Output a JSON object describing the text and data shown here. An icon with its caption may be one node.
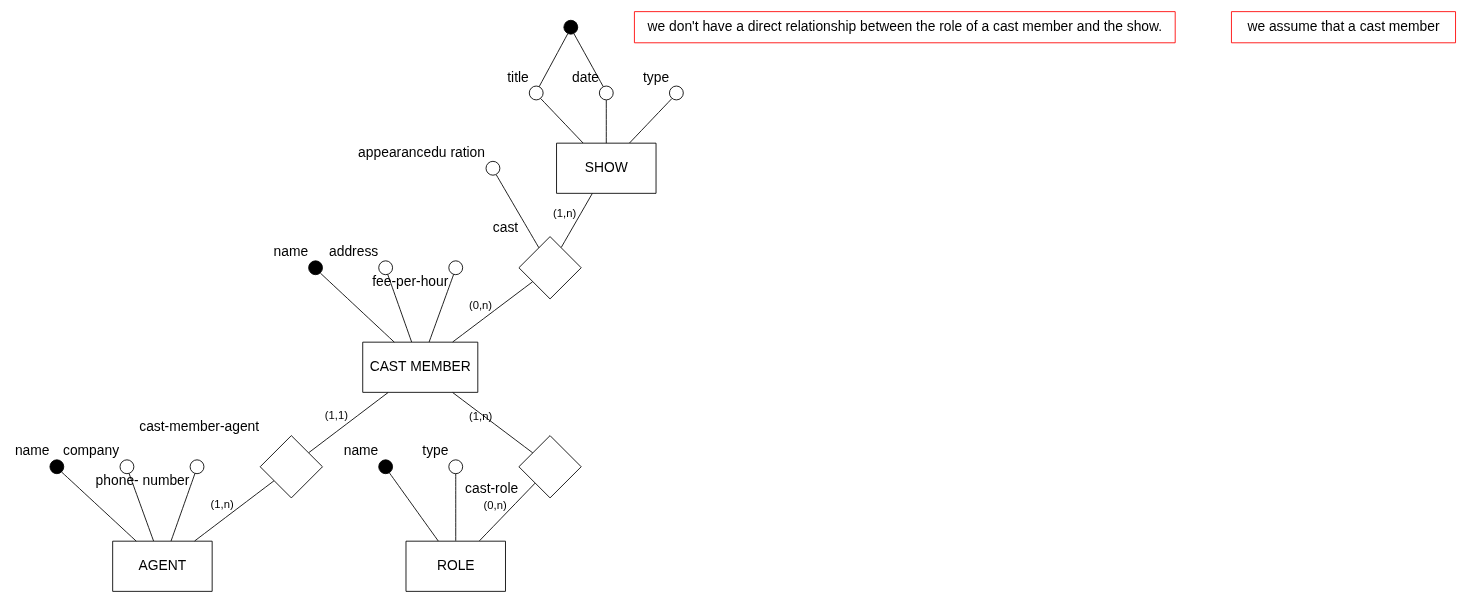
{
  "diagram": {
    "nodes": [
      {
        "text": [
          "SHOW"
        ]
      },
      {
        "text": [],
        "shape": "circle",
        "beside": [
          "title"
        ]
      },
      {
        "text": [],
        "shape": "circle",
        "beside": [
          "date"
        ]
      },
      {
        "text": [],
        "shape": "circle",
        "beside": [
          "type"
        ]
      },
      {
        "text": [],
        "shape": "dot"
      },
      {
        "text": [
          "CAST MEMBER"
        ]
      },
      {
        "text": [],
        "shape": "dot",
        "beside": [
          "name"
        ]
      },
      {
        "text": [],
        "shape": "circle",
        "beside": [
          "address"
        ]
      },
      {
        "text": [],
        "shape": "circle",
        "beside": [
          "fee-per-hour"
        ]
      },
      {
        "text": [
          "AGENT"
        ]
      },
      {
        "text": [],
        "shape": "dot",
        "beside": [
          "name"
        ]
      },
      {
        "text": [],
        "shape": "circle",
        "beside": [
          "company"
        ]
      },
      {
        "text": [],
        "shape": "circle",
        "beside": [
          "phone- number"
        ]
      },
      {
        "text": [],
        "shape": "diamond",
        "beside": [
          "cast"
        ]
      },
      {
        "text": [],
        "shape": "circle",
        "beside": [
          "appearancedu ration"
        ]
      },
      {
        "text": [],
        "shape": "diamond",
        "beside": [
          "cast-member-agent"
        ]
      },
      {
        "text": [],
        "shape": "diamond",
        "beside": [
          "cast-role"
        ]
      },
      {
        "text": [
          "ROLE"
        ]
      },
      {
        "text": [],
        "shape": "dot",
        "beside": [
          "name"
        ]
      },
      {
        "text": [],
        "shape": "circle",
        "beside": [
          "type"
        ]
      },
      {
        "text": [
          "we don't have a direct relationship between the role of a cast member and the show."
        ]
      },
      {
        "text": [
          "we assume that a cast member"
        ]
      }
    ],
    "edges": [
      {
        "from": 1,
        "to": 0,
        "arrow": "none"
      },
      {
        "from": 2,
        "to": 0,
        "arrow": "none"
      },
      {
        "from": 3,
        "to": 0,
        "arrow": "none"
      },
      {
        "from": 4,
        "to": 1,
        "arrow": "none"
      },
      {
        "from": 4,
        "to": 2,
        "arrow": "none"
      },
      {
        "from": 6,
        "to": 5,
        "arrow": "none"
      },
      {
        "from": 7,
        "to": 5,
        "arrow": "none"
      },
      {
        "from": 8,
        "to": 5,
        "arrow": "none"
      },
      {
        "from": 10,
        "to": 9,
        "arrow": "none"
      },
      {
        "from": 11,
        "to": 9,
        "arrow": "none"
      },
      {
        "from": 12,
        "to": 9,
        "arrow": "none"
      },
      {
        "from": 0,
        "to": 13,
        "label": "(1,n)",
        "arrow": "none"
      },
      {
        "from": 13,
        "to": 5,
        "label": "(0,n)",
        "arrow": "none"
      },
      {
        "from": 14,
        "to": 13,
        "arrow": "none"
      },
      {
        "from": 5,
        "to": 15,
        "label": "(1,1)",
        "arrow": "none"
      },
      {
        "from": 15,
        "to": 9,
        "label": "(1,n)",
        "arrow": "none"
      },
      {
        "from": 5,
        "to": 16,
        "label": "(1,n)",
        "arrow": "none"
      },
      {
        "from": 16,
        "to": 17,
        "label": "(0,n)",
        "arrow": "none"
      },
      {
        "from": 18,
        "to": 17,
        "arrow": "none"
      },
      {
        "from": 19,
        "to": 17,
        "arrow": "none"
      }
    ]
  }
}
